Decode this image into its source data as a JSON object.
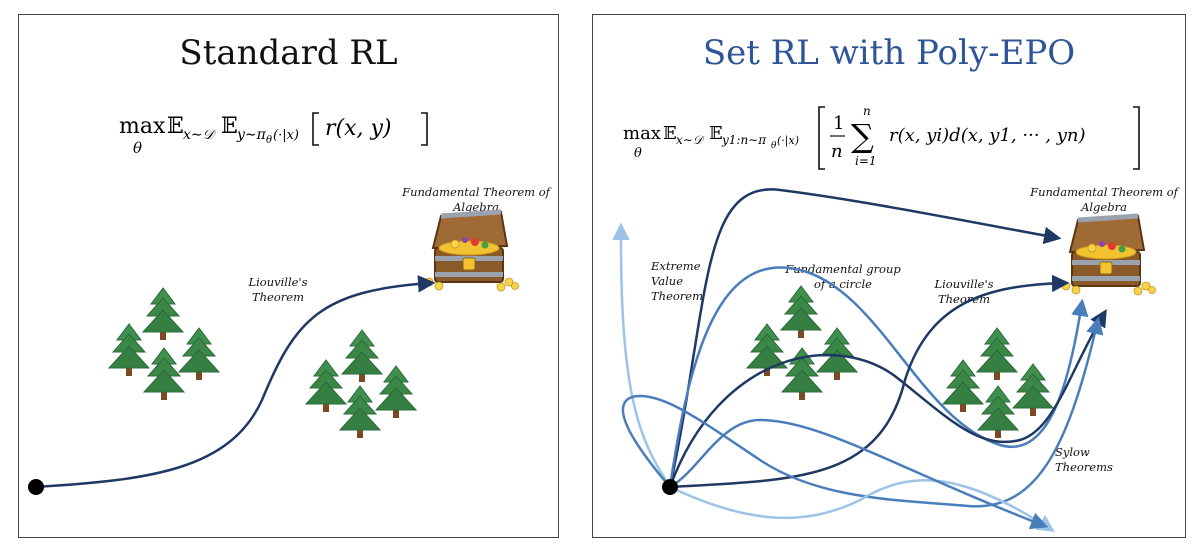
{
  "left_panel": {
    "title": "Standard RL",
    "formula": {
      "op": "max",
      "op_sub": "θ",
      "expect1_sub": "x∼𝒟",
      "expect2_sub": "y∼π",
      "expect2_sub_theta": "θ",
      "expect2_sub_tail": "(·|x)",
      "body": "r(x, y)"
    },
    "labels": {
      "target": [
        "Fundamental Theorem of",
        "Algebra"
      ],
      "path": [
        "Liouville's",
        "Theorem"
      ]
    }
  },
  "right_panel": {
    "title": "Set RL with Poly-EPO",
    "formula": {
      "op": "max",
      "op_sub": "θ",
      "expect1_sub": "x∼𝒟",
      "expect2_sub": "y1:n∼π",
      "expect2_sub_theta": "θ",
      "expect2_sub_tail": "(·|x)",
      "frac_num": "1",
      "frac_den": "n",
      "sum_top": "n",
      "sum_bottom": "i=1",
      "body": "r(x, yi)d(x, y1, ··· , yn)"
    },
    "labels": {
      "target": [
        "Fundamental Theorem of",
        "Algebra"
      ],
      "evt": [
        "Extreme",
        "Value",
        "Theorem"
      ],
      "fgc": [
        "Fundamental group",
        "of a circle"
      ],
      "liouville": [
        "Liouville's",
        "Theorem"
      ],
      "sylow": [
        "Sylow",
        "Theorems"
      ]
    }
  },
  "colors": {
    "dark_navy": "#1f3864",
    "mid_blue": "#4a7ebb",
    "light_blue": "#9dc3e6",
    "title_blue": "#2f5597"
  },
  "icons": [
    "tree-icon",
    "treasure-chest-icon",
    "start-point-icon"
  ]
}
